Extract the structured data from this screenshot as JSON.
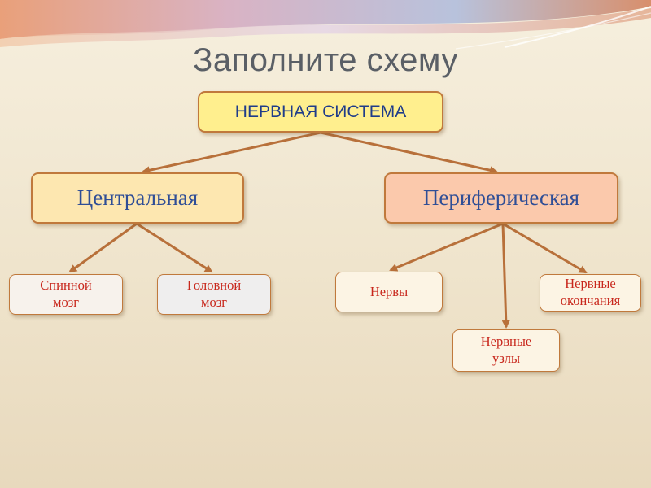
{
  "title": "Заполните схему",
  "root": "НЕРВНАЯ СИСТЕМА",
  "level1": {
    "central": "Центральная",
    "peripheral": "Периферическая"
  },
  "central_children": {
    "spinal_line1": "Спинной",
    "spinal_line2": "мозг",
    "brain_line1": "Головной",
    "brain_line2": "мозг"
  },
  "peripheral_children": {
    "nerves": "Нервы",
    "ganglia_line1": "Нервные",
    "ganglia_line2": "узлы",
    "endings_line1": "Нервные",
    "endings_line2": "окончания"
  },
  "colors": {
    "arrow": "#b8703a",
    "root_fill": "#ffef8e",
    "central_fill": "#fde7b0",
    "peripheral_fill": "#fbc9ac",
    "leaf_text": "#c8271c"
  }
}
